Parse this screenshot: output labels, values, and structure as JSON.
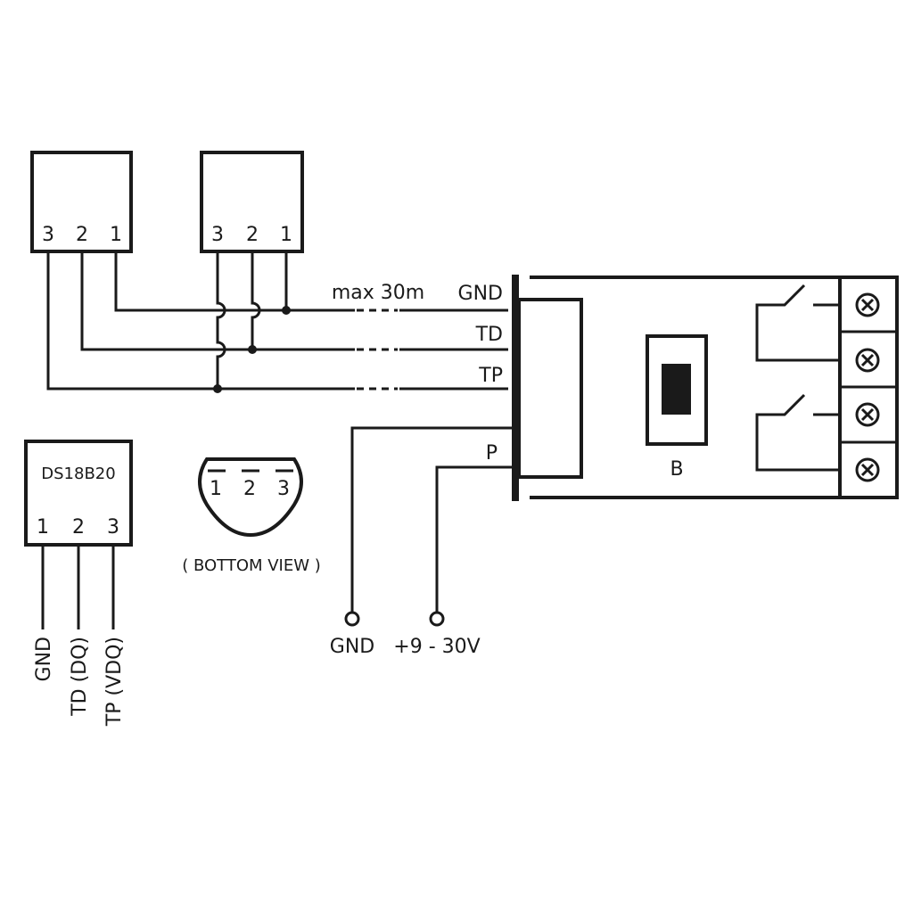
{
  "sensor_a": {
    "pins": [
      "3",
      "2",
      "1"
    ]
  },
  "sensor_b": {
    "pins": [
      "3",
      "2",
      "1"
    ]
  },
  "cable": {
    "length_label": "max 30m"
  },
  "module": {
    "inputs": {
      "gnd": "GND",
      "td": "TD",
      "tp": "TP",
      "p": "P"
    },
    "switch_label": "B",
    "terminal_symbol": "⊗"
  },
  "power": {
    "gnd": "GND",
    "supply": "+9 - 30V"
  },
  "ds18b20": {
    "name": "DS18B20",
    "pins": [
      "1",
      "2",
      "3"
    ],
    "pin_functions": [
      "GND",
      "TD (DQ)",
      "TP (VDQ)"
    ]
  },
  "bottom_view": {
    "pins": [
      "1",
      "2",
      "3"
    ],
    "caption": "( BOTTOM VIEW )"
  }
}
